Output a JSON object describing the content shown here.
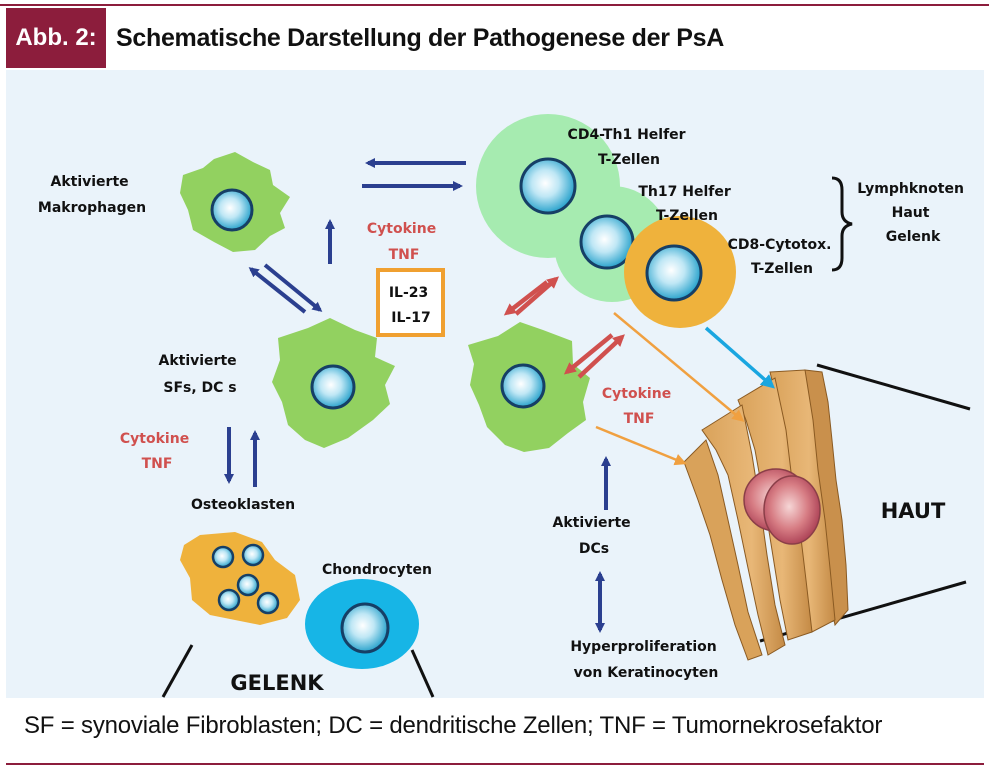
{
  "header": {
    "badge": "Abb. 2:",
    "title": "Schematische Darstellung der Pathogenese der PsA"
  },
  "labels": {
    "makrophagen": [
      "Aktivierte",
      "Makrophagen"
    ],
    "sfs_dcs": [
      "Aktivierte",
      "SFs, DC s"
    ],
    "cytokine_left_top": [
      "Cytokine",
      "TNF"
    ],
    "il_box": [
      "IL-23",
      "IL-17"
    ],
    "cytokine_left_bottom": [
      "Cytokine",
      "TNF"
    ],
    "osteoklasten": "Osteoklasten",
    "chondrocyten": "Chondrocyten",
    "gelenk": "GELENK",
    "cd4": [
      "CD4-Th1 Helfer",
      "T-Zellen"
    ],
    "th17": [
      "Th17 Helfer",
      "T-Zellen"
    ],
    "cd8": [
      "CD8-Cytotox.",
      "T-Zellen"
    ],
    "locations": [
      "Lymphknoten",
      "Haut",
      "Gelenk"
    ],
    "cytokine_right": [
      "Cytokine",
      "TNF"
    ],
    "aktivierte_dcs": [
      "Aktivierte",
      "DCs"
    ],
    "hyperproliferation": [
      "Hyperproliferation",
      "von Keratinocyten"
    ],
    "haut": "HAUT"
  },
  "colors": {
    "accent": "#8c1d3c",
    "panel": "#eaf3fa",
    "green_cell": "#92d160",
    "light_green_cell": "#a6ebb0",
    "orange_cell": "#efb23c",
    "blue_cell": "#17b5e6",
    "arrow_blue": "#2b3f8f",
    "arrow_red": "#d0504e",
    "arrow_orange": "#f0a040",
    "arrow_cyan": "#1aa6e0",
    "box_orange": "#f0a030"
  },
  "footnote": "SF = synoviale Fibroblasten; DC = dendritische Zellen; TNF = Tumornekrosefaktor"
}
